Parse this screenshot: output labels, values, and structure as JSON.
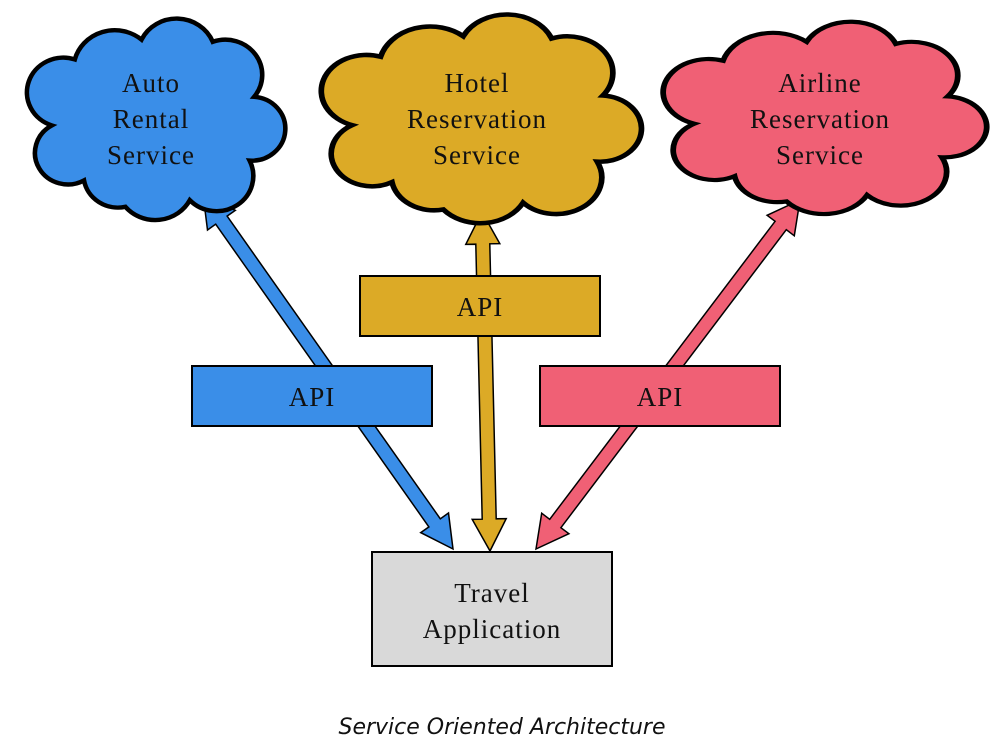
{
  "colors": {
    "auto": "#3a8ee8",
    "hotel": "#dcaa26",
    "airline": "#f06075",
    "app": "#d9d9d9"
  },
  "services": [
    {
      "lines": [
        "Auto",
        "Rental",
        "Service"
      ]
    },
    {
      "lines": [
        "Hotel",
        "Reservation",
        "Service"
      ]
    },
    {
      "lines": [
        "Airline",
        "Reservation",
        "Service"
      ]
    }
  ],
  "api_label": "API",
  "app": {
    "lines": [
      "Travel",
      "Application"
    ]
  },
  "caption": "Service Oriented Architecture"
}
